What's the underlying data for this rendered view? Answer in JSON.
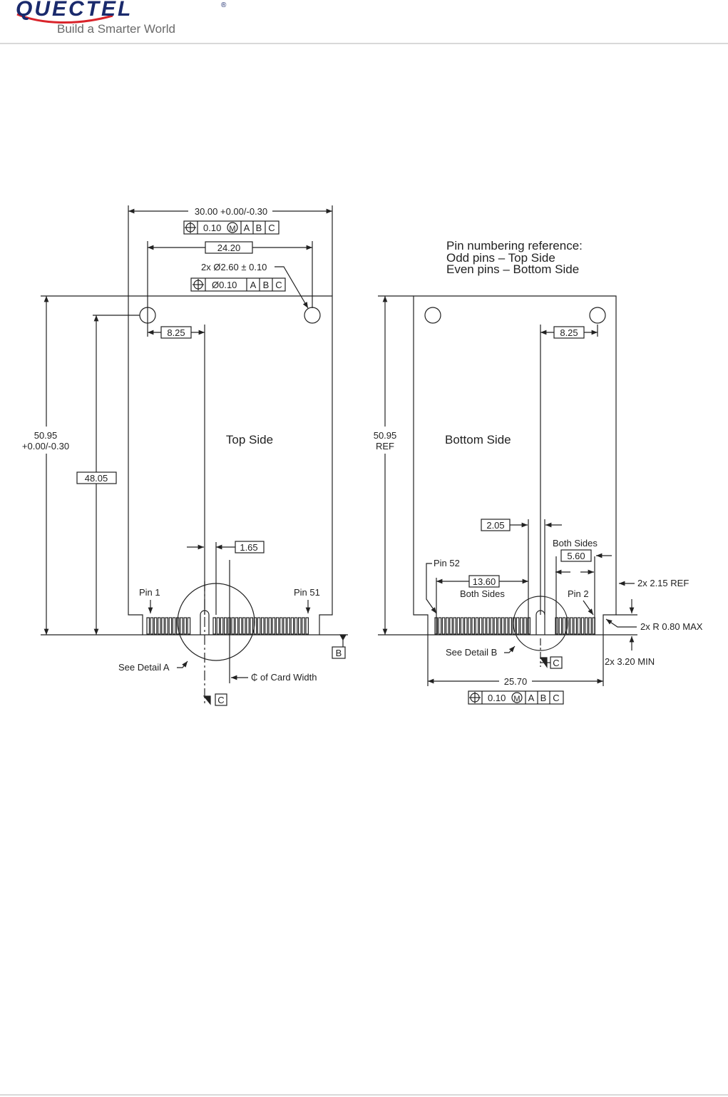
{
  "header": {
    "brand": "QUECTEL",
    "registered_mark": "®",
    "tagline": "Build a Smarter World",
    "brand_color": "#1a2a6c",
    "swoosh_color": "#d9242b"
  },
  "drawing": {
    "pin_reference": {
      "line1": "Pin numbering reference:",
      "line2": "Odd pins – Top Side",
      "line3": "Even pins  – Bottom Side"
    },
    "top": {
      "label": "Top Side",
      "width_dim": "30.00 +0.00/-0.30",
      "fcf_tol": "0.10",
      "fcf_mod": "M",
      "datum_a": "A",
      "datum_b": "B",
      "datum_c": "C",
      "hole_spacing": "24.20",
      "hole_callout": "2x Ø2.60 ± 0.10",
      "hole_fcf_tol": "Ø0.10",
      "hole_offset": "8.25",
      "height_dim_1": "50.95",
      "height_dim_2": "+0.00/-0.30",
      "hole_height": "48.05",
      "slot_offset": "1.65",
      "pin_1": "Pin 1",
      "pin_51": "Pin 51",
      "detail": "See Detail A",
      "centerline": "₵ of Card Width",
      "datum_b_label": "B",
      "datum_c_label": "C"
    },
    "bottom": {
      "label": "Bottom Side",
      "height_dim_1": "50.95",
      "height_dim_2": "REF",
      "hole_offset": "8.25",
      "slot_offset": "2.05",
      "both_sides": "Both Sides",
      "pitch_right": "5.60",
      "pin_52": "Pin 52",
      "pitch_left": "13.60",
      "both_sides_2": "Both Sides",
      "pin_2": "Pin 2",
      "notch_ref": "2x 2.15 REF",
      "radius": "2x R 0.80 MAX",
      "notch_min": "2x 3.20 MIN",
      "detail": "See Detail B",
      "datum_c_label": "C",
      "width_dim": "25.70",
      "fcf_tol": "0.10",
      "fcf_mod": "M",
      "datum_a": "A",
      "datum_b": "B",
      "datum_c": "C"
    }
  }
}
